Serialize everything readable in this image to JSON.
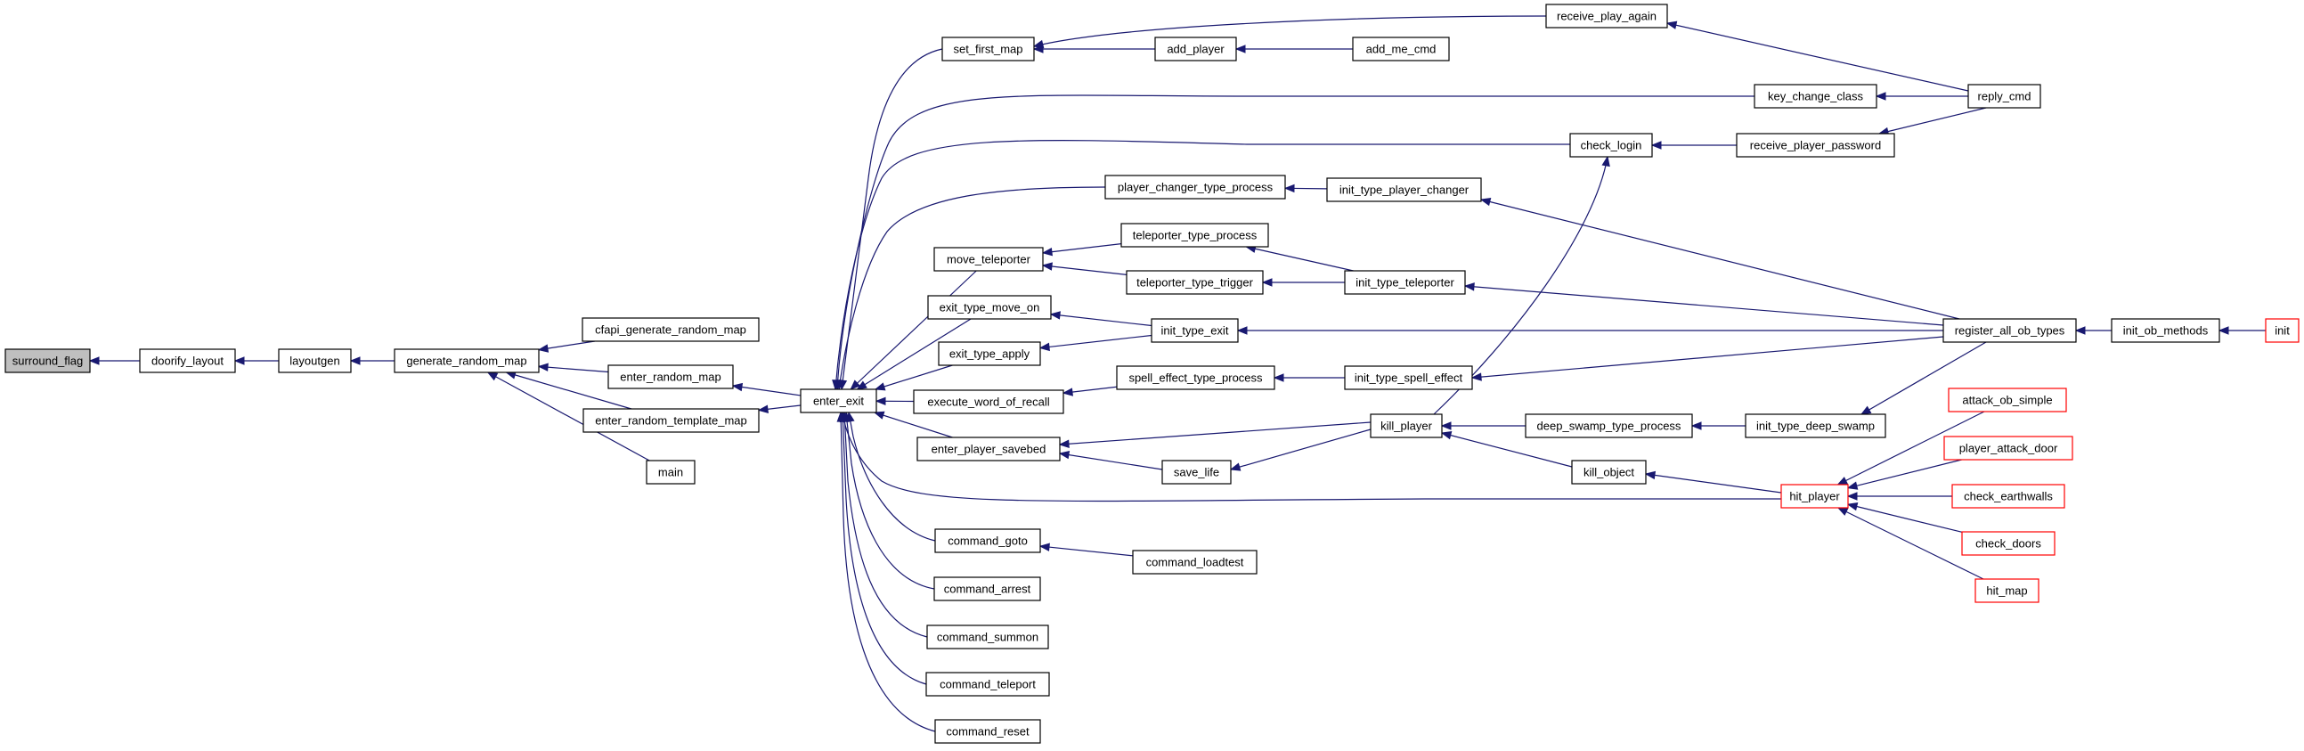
{
  "colors": {
    "edge": "#191970",
    "node_border": "#000000",
    "external_node_border": "#ff0000",
    "root_fill": "#bfbfbf"
  },
  "nodes": [
    {
      "id": "surround_flag",
      "label": "surround_flag",
      "root": true
    },
    {
      "id": "doorify_layout",
      "label": "doorify_layout"
    },
    {
      "id": "layoutgen",
      "label": "layoutgen"
    },
    {
      "id": "generate_random_map",
      "label": "generate_random_map"
    },
    {
      "id": "cfapi_generate_random_map",
      "label": "cfapi_generate_random_map"
    },
    {
      "id": "enter_random_map",
      "label": "enter_random_map"
    },
    {
      "id": "enter_random_template_map",
      "label": "enter_random_template_map"
    },
    {
      "id": "main",
      "label": "main"
    },
    {
      "id": "enter_exit",
      "label": "enter_exit"
    },
    {
      "id": "set_first_map",
      "label": "set_first_map"
    },
    {
      "id": "add_player",
      "label": "add_player"
    },
    {
      "id": "add_me_cmd",
      "label": "add_me_cmd"
    },
    {
      "id": "receive_play_again",
      "label": "receive_play_again"
    },
    {
      "id": "reply_cmd",
      "label": "reply_cmd"
    },
    {
      "id": "key_change_class",
      "label": "key_change_class"
    },
    {
      "id": "check_login",
      "label": "check_login"
    },
    {
      "id": "receive_player_password",
      "label": "receive_player_password"
    },
    {
      "id": "player_changer_type_process",
      "label": "player_changer_type_process"
    },
    {
      "id": "init_type_player_changer",
      "label": "init_type_player_changer"
    },
    {
      "id": "move_teleporter",
      "label": "move_teleporter"
    },
    {
      "id": "teleporter_type_process",
      "label": "teleporter_type_process"
    },
    {
      "id": "teleporter_type_trigger",
      "label": "teleporter_type_trigger"
    },
    {
      "id": "init_type_teleporter",
      "label": "init_type_teleporter"
    },
    {
      "id": "exit_type_move_on",
      "label": "exit_type_move_on"
    },
    {
      "id": "exit_type_apply",
      "label": "exit_type_apply"
    },
    {
      "id": "init_type_exit",
      "label": "init_type_exit"
    },
    {
      "id": "register_all_ob_types",
      "label": "register_all_ob_types"
    },
    {
      "id": "init_ob_methods",
      "label": "init_ob_methods"
    },
    {
      "id": "init",
      "label": "init",
      "external": true
    },
    {
      "id": "execute_word_of_recall",
      "label": "execute_word_of_recall"
    },
    {
      "id": "spell_effect_type_process",
      "label": "spell_effect_type_process"
    },
    {
      "id": "init_type_spell_effect",
      "label": "init_type_spell_effect"
    },
    {
      "id": "enter_player_savebed",
      "label": "enter_player_savebed"
    },
    {
      "id": "kill_player",
      "label": "kill_player"
    },
    {
      "id": "deep_swamp_type_process",
      "label": "deep_swamp_type_process"
    },
    {
      "id": "init_type_deep_swamp",
      "label": "init_type_deep_swamp"
    },
    {
      "id": "save_life",
      "label": "save_life"
    },
    {
      "id": "kill_object",
      "label": "kill_object"
    },
    {
      "id": "hit_player",
      "label": "hit_player",
      "external": true
    },
    {
      "id": "attack_ob_simple",
      "label": "attack_ob_simple",
      "external": true
    },
    {
      "id": "player_attack_door",
      "label": "player_attack_door",
      "external": true
    },
    {
      "id": "check_earthwalls",
      "label": "check_earthwalls",
      "external": true
    },
    {
      "id": "check_doors",
      "label": "check_doors",
      "external": true
    },
    {
      "id": "hit_map",
      "label": "hit_map",
      "external": true
    },
    {
      "id": "command_goto",
      "label": "command_goto"
    },
    {
      "id": "command_loadtest",
      "label": "command_loadtest"
    },
    {
      "id": "command_arrest",
      "label": "command_arrest"
    },
    {
      "id": "command_summon",
      "label": "command_summon"
    },
    {
      "id": "command_teleport",
      "label": "command_teleport"
    },
    {
      "id": "command_reset",
      "label": "command_reset"
    }
  ],
  "edges": [
    {
      "from": "doorify_layout",
      "to": "surround_flag"
    },
    {
      "from": "layoutgen",
      "to": "doorify_layout"
    },
    {
      "from": "generate_random_map",
      "to": "layoutgen"
    },
    {
      "from": "cfapi_generate_random_map",
      "to": "generate_random_map"
    },
    {
      "from": "enter_random_map",
      "to": "generate_random_map"
    },
    {
      "from": "enter_random_template_map",
      "to": "generate_random_map"
    },
    {
      "from": "main",
      "to": "generate_random_map"
    },
    {
      "from": "enter_exit",
      "to": "enter_random_map"
    },
    {
      "from": "enter_exit",
      "to": "enter_random_template_map"
    },
    {
      "from": "set_first_map",
      "to": "enter_exit"
    },
    {
      "from": "key_change_class",
      "to": "enter_exit"
    },
    {
      "from": "check_login",
      "to": "enter_exit"
    },
    {
      "from": "player_changer_type_process",
      "to": "enter_exit"
    },
    {
      "from": "move_teleporter",
      "to": "enter_exit"
    },
    {
      "from": "exit_type_move_on",
      "to": "enter_exit"
    },
    {
      "from": "exit_type_apply",
      "to": "enter_exit"
    },
    {
      "from": "execute_word_of_recall",
      "to": "enter_exit"
    },
    {
      "from": "enter_player_savebed",
      "to": "enter_exit"
    },
    {
      "from": "hit_player",
      "to": "enter_exit"
    },
    {
      "from": "command_goto",
      "to": "enter_exit"
    },
    {
      "from": "command_arrest",
      "to": "enter_exit"
    },
    {
      "from": "command_summon",
      "to": "enter_exit"
    },
    {
      "from": "command_teleport",
      "to": "enter_exit"
    },
    {
      "from": "command_reset",
      "to": "enter_exit"
    },
    {
      "from": "add_player",
      "to": "set_first_map"
    },
    {
      "from": "receive_play_again",
      "to": "set_first_map"
    },
    {
      "from": "add_me_cmd",
      "to": "add_player"
    },
    {
      "from": "reply_cmd",
      "to": "receive_play_again"
    },
    {
      "from": "reply_cmd",
      "to": "key_change_class"
    },
    {
      "from": "reply_cmd",
      "to": "receive_player_password"
    },
    {
      "from": "receive_player_password",
      "to": "check_login"
    },
    {
      "from": "kill_player",
      "to": "check_login"
    },
    {
      "from": "init_type_player_changer",
      "to": "player_changer_type_process"
    },
    {
      "from": "register_all_ob_types",
      "to": "init_type_player_changer"
    },
    {
      "from": "teleporter_type_process",
      "to": "move_teleporter"
    },
    {
      "from": "teleporter_type_trigger",
      "to": "move_teleporter"
    },
    {
      "from": "init_type_teleporter",
      "to": "teleporter_type_process"
    },
    {
      "from": "init_type_teleporter",
      "to": "teleporter_type_trigger"
    },
    {
      "from": "register_all_ob_types",
      "to": "init_type_teleporter"
    },
    {
      "from": "init_type_exit",
      "to": "exit_type_move_on"
    },
    {
      "from": "init_type_exit",
      "to": "exit_type_apply"
    },
    {
      "from": "register_all_ob_types",
      "to": "init_type_exit"
    },
    {
      "from": "init_ob_methods",
      "to": "register_all_ob_types"
    },
    {
      "from": "init",
      "to": "init_ob_methods"
    },
    {
      "from": "spell_effect_type_process",
      "to": "execute_word_of_recall"
    },
    {
      "from": "init_type_spell_effect",
      "to": "spell_effect_type_process"
    },
    {
      "from": "register_all_ob_types",
      "to": "init_type_spell_effect"
    },
    {
      "from": "kill_player",
      "to": "enter_player_savebed"
    },
    {
      "from": "save_life",
      "to": "enter_player_savebed"
    },
    {
      "from": "deep_swamp_type_process",
      "to": "kill_player"
    },
    {
      "from": "kill_object",
      "to": "kill_player"
    },
    {
      "from": "init_type_deep_swamp",
      "to": "deep_swamp_type_process"
    },
    {
      "from": "register_all_ob_types",
      "to": "init_type_deep_swamp"
    },
    {
      "from": "kill_player",
      "to": "save_life"
    },
    {
      "from": "hit_player",
      "to": "kill_object"
    },
    {
      "from": "attack_ob_simple",
      "to": "hit_player"
    },
    {
      "from": "player_attack_door",
      "to": "hit_player"
    },
    {
      "from": "check_earthwalls",
      "to": "hit_player"
    },
    {
      "from": "check_doors",
      "to": "hit_player"
    },
    {
      "from": "hit_map",
      "to": "hit_player"
    },
    {
      "from": "command_loadtest",
      "to": "command_goto"
    }
  ]
}
